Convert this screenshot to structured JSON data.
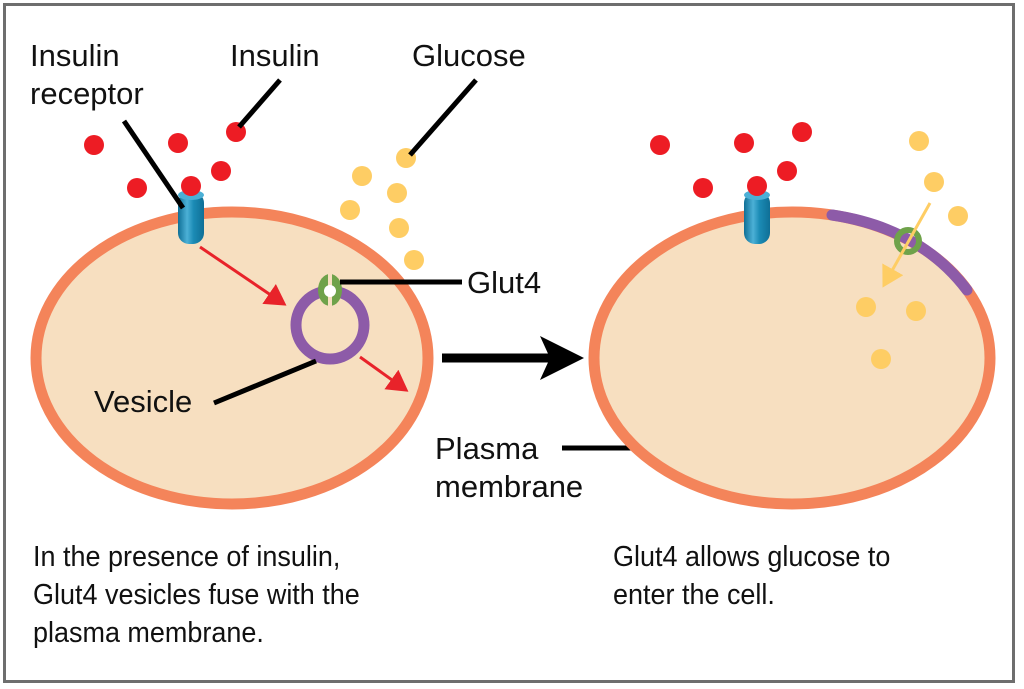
{
  "labels": {
    "insulin_receptor_line1": "Insulin",
    "insulin_receptor_line2": "receptor",
    "insulin": "Insulin",
    "glucose": "Glucose",
    "glut4": "Glut4",
    "vesicle": "Vesicle",
    "plasma_line1": "Plasma",
    "plasma_line2": "membrane"
  },
  "captions": {
    "left": [
      "In the presence of insulin,",
      "Glut4 vesicles fuse with the",
      "plasma membrane."
    ],
    "right": [
      "Glut4 allows glucose to",
      "enter the cell."
    ]
  },
  "colors": {
    "membrane": "#f4845a",
    "cytoplasm": "#f7dfc0",
    "insulin": "#ed1c24",
    "glucose": "#fecd64",
    "receptor": "#1b8bb5",
    "vesicle": "#8d5ba8",
    "glut4": "#6fa24a",
    "signal_arrow": "#e8232a",
    "frame": "#6e6e6e"
  }
}
